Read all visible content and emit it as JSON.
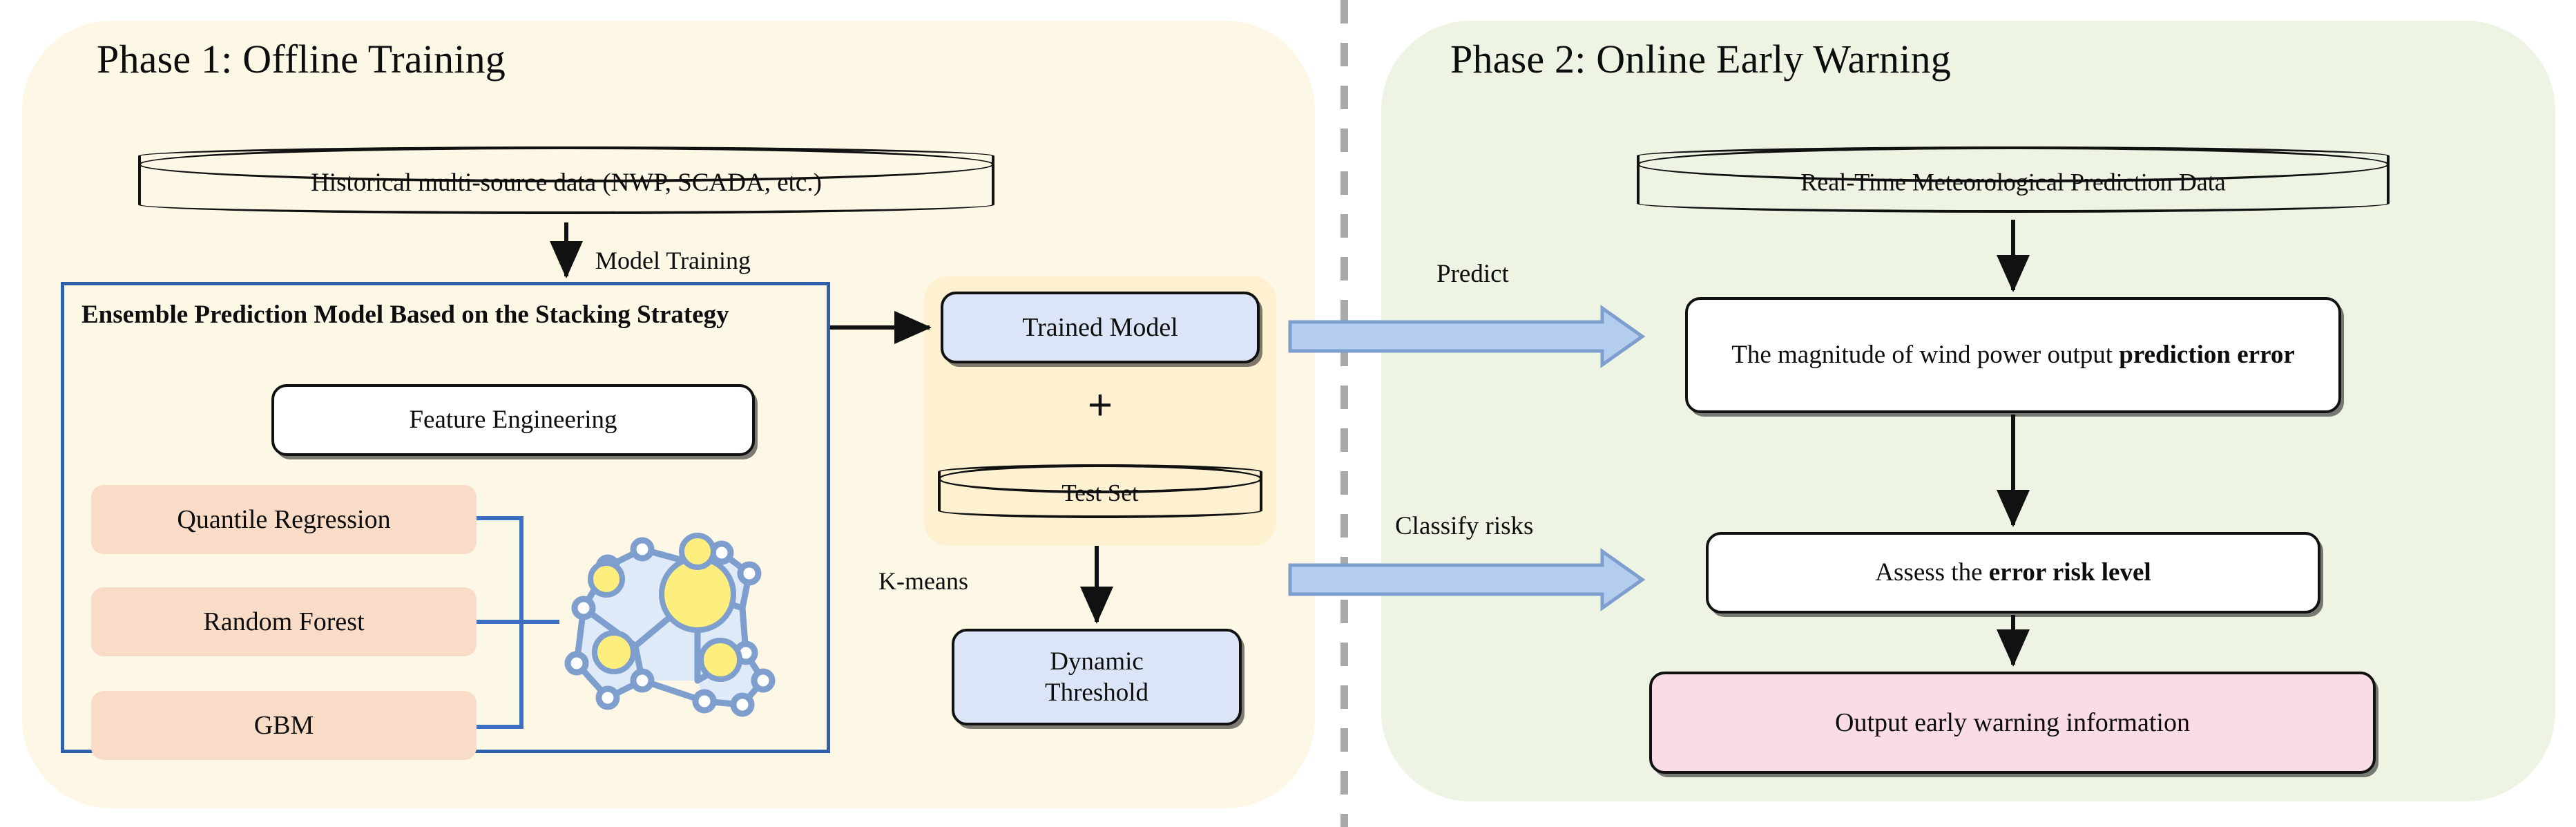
{
  "figure": {
    "divider": "dashed-vertical-divider"
  },
  "phase1": {
    "title": "Phase 1: Offline Training",
    "panel_color": "#fdf7e6",
    "historical_data": {
      "label": "Historical multi-source data (NWP, SCADA, etc.)",
      "shape": "cylinder"
    },
    "model_training_label": "Model Training",
    "ensemble": {
      "title": "Ensemble Prediction Model  Based on the Stacking Strategy",
      "border_color": "#2f5eab",
      "feature_engineering": "Feature Engineering",
      "base_models": [
        "Quantile Regression",
        "Random Forest",
        "GBM"
      ],
      "chip_color": "#f8dcc8",
      "network_icon": "network-graph-icon"
    },
    "trained_model": {
      "label": "Trained Model",
      "color": "#dce5f7"
    },
    "plus_symbol": "+",
    "test_set": {
      "label": "Test Set",
      "shape": "cylinder"
    },
    "kmeans_label": "K-means",
    "dynamic_threshold": {
      "label_line1": "Dynamic",
      "label_line2": "Threshold",
      "color": "#dce5f7"
    }
  },
  "bridges": [
    {
      "label": "Predict",
      "arrow_color": "#b4cdee"
    },
    {
      "label": "Classify risks",
      "arrow_color": "#b4cdee"
    }
  ],
  "phase2": {
    "title": "Phase 2: Online Early Warning",
    "panel_color": "#edf4e4",
    "realtime_data": {
      "label": "Real-Time Meteorological Prediction Data",
      "shape": "cylinder"
    },
    "prediction_error": {
      "text_normal": "The magnitude of wind power output ",
      "text_bold": "prediction error",
      "color": "#ffffff"
    },
    "assess_risk": {
      "text_normal": "Assess the ",
      "text_bold": "error risk level",
      "color": "#ffffff"
    },
    "output_warning": {
      "label": "Output early warning information",
      "color": "#fadce4"
    }
  }
}
